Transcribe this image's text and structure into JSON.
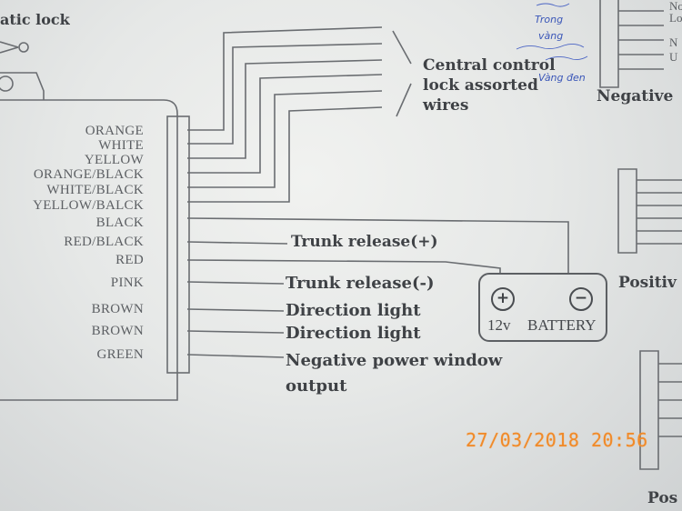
{
  "top_left_label": "atic lock",
  "wire_labels": [
    "ORANGE",
    "WHITE",
    "YELLOW",
    "ORANGE/BLACK",
    "WHITE/BLACK",
    "YELLOW/BALCK",
    "BLACK",
    "RED/BLACK",
    "RED",
    "PINK",
    "BROWN",
    "BROWN",
    "GREEN"
  ],
  "central_lock": {
    "line1": "Central control",
    "line2": "lock assorted",
    "line3": "wires"
  },
  "outputs": {
    "trunk_pos": "Trunk release(+)",
    "trunk_neg": "Trunk release(-)",
    "direction1": "Direction light",
    "direction2": "Direction light",
    "power_window_1": "Negative power window",
    "power_window_2": "output"
  },
  "battery": {
    "plus": "+",
    "minus": "−",
    "voltage": "12v",
    "label": "BATTERY"
  },
  "right_labels": {
    "top1": "No",
    "top2": "Lo",
    "top3": "N",
    "top4": "U",
    "negative": "Negative",
    "positive": "Positiv",
    "bottom": "Pos"
  },
  "handwriting": [
    "Trong",
    "vàng",
    "Vàng đen"
  ],
  "timestamp": "27/03/2018 20:56"
}
